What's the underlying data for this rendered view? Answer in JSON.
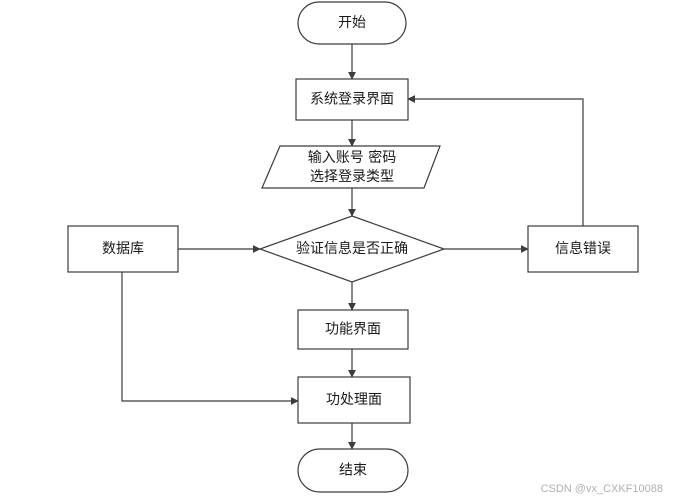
{
  "nodes": {
    "start": "开始",
    "login_screen": "系统登录界面",
    "input_line1": "输入账号 密码",
    "input_line2": "选择登录类型",
    "verify": "验证信息是否正确",
    "database": "数据库",
    "info_error": "信息错误",
    "function_screen": "功能界面",
    "processing_screen": "功处理面",
    "end": "结束"
  },
  "watermark": "CSDN @vx_CXKF10088"
}
